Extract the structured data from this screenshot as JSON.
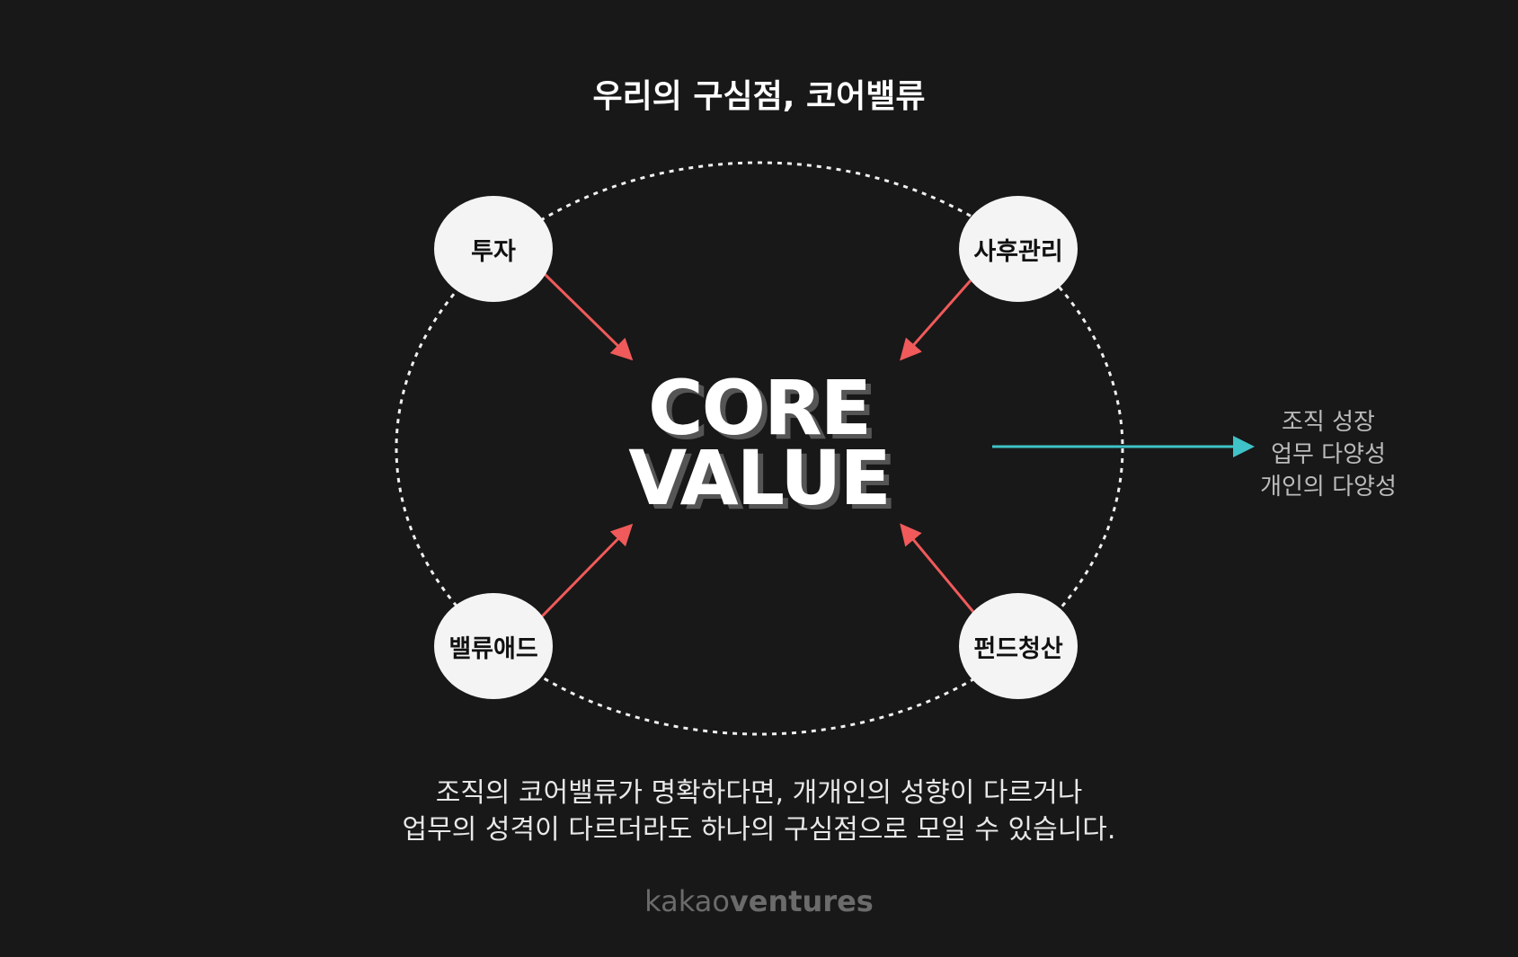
{
  "title": "우리의 구심점, 코어밸류",
  "core": {
    "line1": "CORE",
    "line2": "VALUE"
  },
  "nodes": [
    "투자",
    "사후관리",
    "밸류애드",
    "펀드청산"
  ],
  "side_list": [
    "조직 성장",
    "업무 다양성",
    "개인의 다양성"
  ],
  "description": [
    "조직의 코어밸류가 명확하다면, 개개인의 성향이 다르거나",
    "업무의 성격이 다르더라도 하나의 구심점으로 모일 수 있습니다."
  ],
  "logo": {
    "light": "kakao",
    "bold": "ventures"
  },
  "colors": {
    "background": "#181818",
    "arrow_red": "#f05a5a",
    "arrow_teal": "#3fc3c8"
  }
}
